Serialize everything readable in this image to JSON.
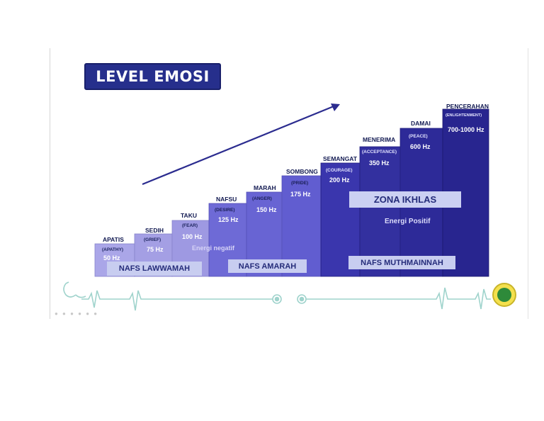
{
  "title": "LEVEL EMOSI",
  "colors": {
    "title_bg": "#262f8c",
    "light_step": "#a9a5e6",
    "mid_step": "#6f6bd6",
    "deep_step": "#4a45c2",
    "dark_step": "#2a2a9c",
    "arrow": "#2b2c8f",
    "ecg": "#9fd3cc",
    "zone_box": "#c8cdf0"
  },
  "steps": [
    {
      "name": "APATIS",
      "eng": "(APATHY)",
      "hz": "50 Hz"
    },
    {
      "name": "SEDIH",
      "eng": "(GRIEF)",
      "hz": "75 Hz"
    },
    {
      "name": "TAKU",
      "eng": "(FEAR)",
      "hz": "100 Hz"
    },
    {
      "name": "NAFSU",
      "eng": "(DESIRE)",
      "hz": "125 Hz"
    },
    {
      "name": "MARAH",
      "eng": "(ANGER)",
      "hz": "150 Hz"
    },
    {
      "name": "SOMBONG",
      "eng": "(PRIDE)",
      "hz": "175 Hz"
    },
    {
      "name": "SEMANGAT",
      "eng": "(COURAGE)",
      "hz": "200 Hz"
    },
    {
      "name": "MENERIMA",
      "eng": "(ACCEPTANCE)",
      "hz": "350 Hz"
    },
    {
      "name": "DAMAI",
      "eng": "(PEACE)",
      "hz": "600 Hz"
    },
    {
      "name": "PENCERAHAN",
      "eng": "(ENLIGHTENMENT)",
      "hz": "700-1000 Hz"
    }
  ],
  "zones": {
    "lawwamah": "NAFS  LAWWAMAH",
    "amarah": "NAFS  AMARAH",
    "muthmainnah": "NAFS  MUTHMAINNAH",
    "ikhlas": "ZONA IKHLAS"
  },
  "notes": {
    "negative": "Energi negatif",
    "positive": "Energi Positif"
  },
  "icons": [
    "stethoscope-icon",
    "university-logo-icon",
    "arrow-up-right-icon"
  ]
}
